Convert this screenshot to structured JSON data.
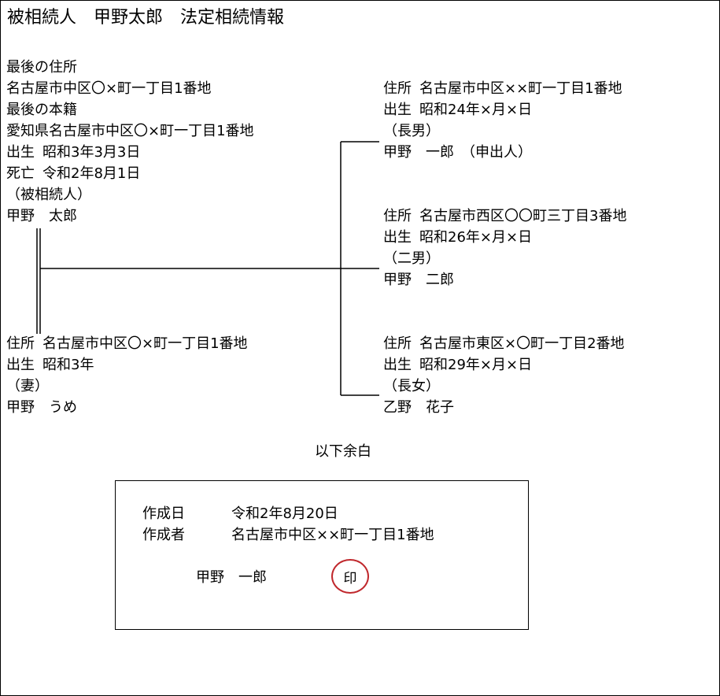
{
  "title": "被相続人　甲野太郎　法定相続情報",
  "deceased": {
    "last_address_label": "最後の住所",
    "last_address": "名古屋市中区〇×町一丁目1番地",
    "last_domicile_label": "最後の本籍",
    "last_domicile": "愛知県名古屋市中区〇×町一丁目1番地",
    "birth_label": "出生",
    "birth": "昭和3年3月3日",
    "death_label": "死亡",
    "death": "令和2年8月1日",
    "relation": "（被相続人）",
    "name": "甲野　太郎"
  },
  "spouse": {
    "address_label": "住所",
    "address": "名古屋市中区〇×町一丁目1番地",
    "birth_label": "出生",
    "birth": "昭和3年",
    "relation": "（妻）",
    "name": "甲野　うめ"
  },
  "children": [
    {
      "address_label": "住所",
      "address": "名古屋市中区××町一丁目1番地",
      "birth_label": "出生",
      "birth": "昭和24年×月×日",
      "relation": "（長男）",
      "name": "甲野　一郎　（申出人）"
    },
    {
      "address_label": "住所",
      "address": "名古屋市西区〇〇町三丁目3番地",
      "birth_label": "出生",
      "birth": "昭和26年×月×日",
      "relation": "（二男）",
      "name": "甲野　二郎"
    },
    {
      "address_label": "住所",
      "address": "名古屋市東区×〇町一丁目2番地",
      "birth_label": "出生",
      "birth": "昭和29年×月×日",
      "relation": "（長女）",
      "name": "乙野　花子"
    }
  ],
  "blank_note": "以下余白",
  "certification": {
    "date_label": "作成日",
    "date": "令和2年8月20日",
    "author_label": "作成者",
    "author_address": "名古屋市中区××町一丁目1番地",
    "author_name": "甲野　一郎",
    "seal_text": "印"
  },
  "colors": {
    "seal": "#c0282d",
    "line": "#000000"
  }
}
